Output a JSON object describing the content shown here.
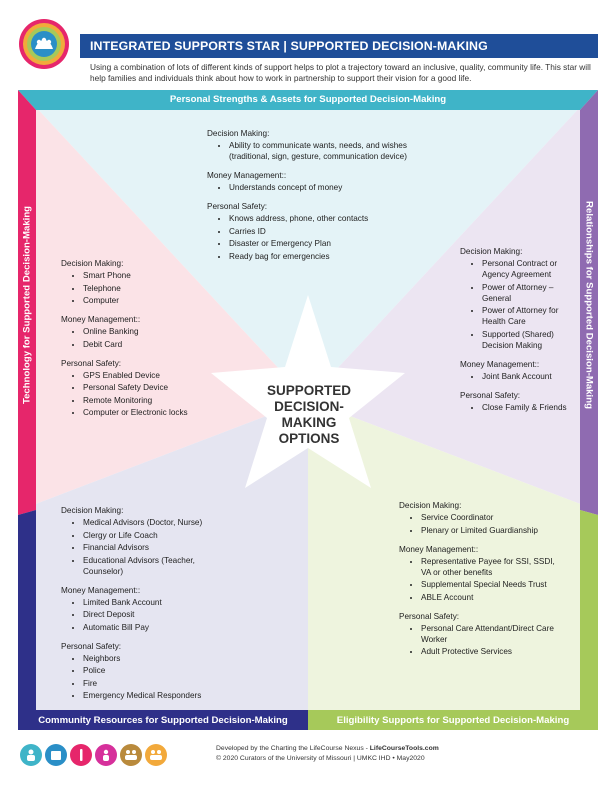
{
  "header": {
    "title": "INTEGRATED SUPPORTS STAR  |  SUPPORTED DECISION-MAKING",
    "intro": "Using a combination of lots of different kinds of support helps to plot a trajectory toward an inclusive, quality, community life. This star will help families and individuals think about how to work in partnership to support their vision for a good life."
  },
  "colors": {
    "title_bar": "#1f4e99",
    "top": "#3fb4c8",
    "left": "#e6266b",
    "right": "#8f6bb1",
    "bottom_left": "#2e3089",
    "bottom_right": "#a6c95a",
    "top_fill": "#e4f3f7",
    "left_fill": "#fbe3e7",
    "right_fill": "#ece5f2",
    "bl_fill": "#e5e5f1",
    "br_fill": "#eef4de"
  },
  "sections": {
    "top": {
      "label": "Personal Strengths & Assets for Supported Decision-Making",
      "decision_heading": "Decision Making:",
      "decision_items": [
        "Ability to communicate wants, needs, and wishes (traditional, sign, gesture, communication device)"
      ],
      "money_heading": "Money Management::",
      "money_items": [
        "Understands concept of money"
      ],
      "safety_heading": "Personal Safety:",
      "safety_items": [
        "Knows address, phone, other contacts",
        "Carries ID",
        "Disaster or Emergency Plan",
        "Ready bag for emergencies"
      ]
    },
    "left": {
      "label": "Technology for Supported Decision-Making",
      "decision_heading": "Decision Making:",
      "decision_items": [
        "Smart Phone",
        "Telephone",
        "Computer"
      ],
      "money_heading": "Money Management::",
      "money_items": [
        "Online Banking",
        "Debit Card"
      ],
      "safety_heading": "Personal Safety:",
      "safety_items": [
        "GPS Enabled Device",
        "Personal Safety Device",
        "Remote Monitoring",
        "Computer or Electronic locks"
      ]
    },
    "right": {
      "label": "Relationships for Supported Decision-Making",
      "decision_heading": "Decision Making:",
      "decision_items": [
        "Personal Contract or Agency Agreement",
        "Power of Attorney – General",
        "Power of Attorney for Health Care",
        "Supported (Shared) Decision Making"
      ],
      "money_heading": "Money Management::",
      "money_items": [
        "Joint Bank Account"
      ],
      "safety_heading": "Personal Safety:",
      "safety_items": [
        "Close Family & Friends"
      ]
    },
    "bottom_left": {
      "label": "Community Resources for Supported Decision-Making",
      "decision_heading": "Decision Making:",
      "decision_items": [
        "Medical Advisors (Doctor, Nurse)",
        "Clergy or Life Coach",
        "Financial Advisors",
        "Educational Advisors (Teacher, Counselor)"
      ],
      "money_heading": "Money Management::",
      "money_items": [
        "Limited Bank Account",
        "Direct Deposit",
        "Automatic Bill Pay"
      ],
      "safety_heading": "Personal Safety:",
      "safety_items": [
        "Neighbors",
        "Police",
        "Fire",
        "Emergency Medical Responders"
      ]
    },
    "bottom_right": {
      "label": "Eligibility Supports for Supported Decision-Making",
      "decision_heading": "Decision Making:",
      "decision_items": [
        "Service Coordinator",
        "Plenary or Limited Guardianship"
      ],
      "money_heading": "Money Management::",
      "money_items": [
        "Representative Payee for SSI, SSDI, VA or other benefits",
        "Supplemental Special Needs Trust",
        "ABLE Account"
      ],
      "safety_heading": "Personal Safety:",
      "safety_items": [
        "Personal Care Attendant/Direct Care Worker",
        "Adult Protective Services"
      ]
    }
  },
  "star": {
    "line1": "SUPPORTED",
    "line2": "DECISION-",
    "line3": "MAKING",
    "line4": "OPTIONS"
  },
  "footer": {
    "line1_prefix": "Developed by the Charting the LifeCourse Nexus - ",
    "line1_link": "LifeCourseTools.com",
    "line2": "© 2020 Curators of the University of Missouri  |  UMKC IHD  •  May2020",
    "icons": [
      {
        "name": "daily-life-icon",
        "color": "#3fb4c8"
      },
      {
        "name": "community-icon",
        "color": "#2a8fc7"
      },
      {
        "name": "healthy-living-icon",
        "color": "#e6266b"
      },
      {
        "name": "safety-icon",
        "color": "#d6309b"
      },
      {
        "name": "social-icon",
        "color": "#b98a3c"
      },
      {
        "name": "citizenship-icon",
        "color": "#f2a93b"
      }
    ]
  }
}
